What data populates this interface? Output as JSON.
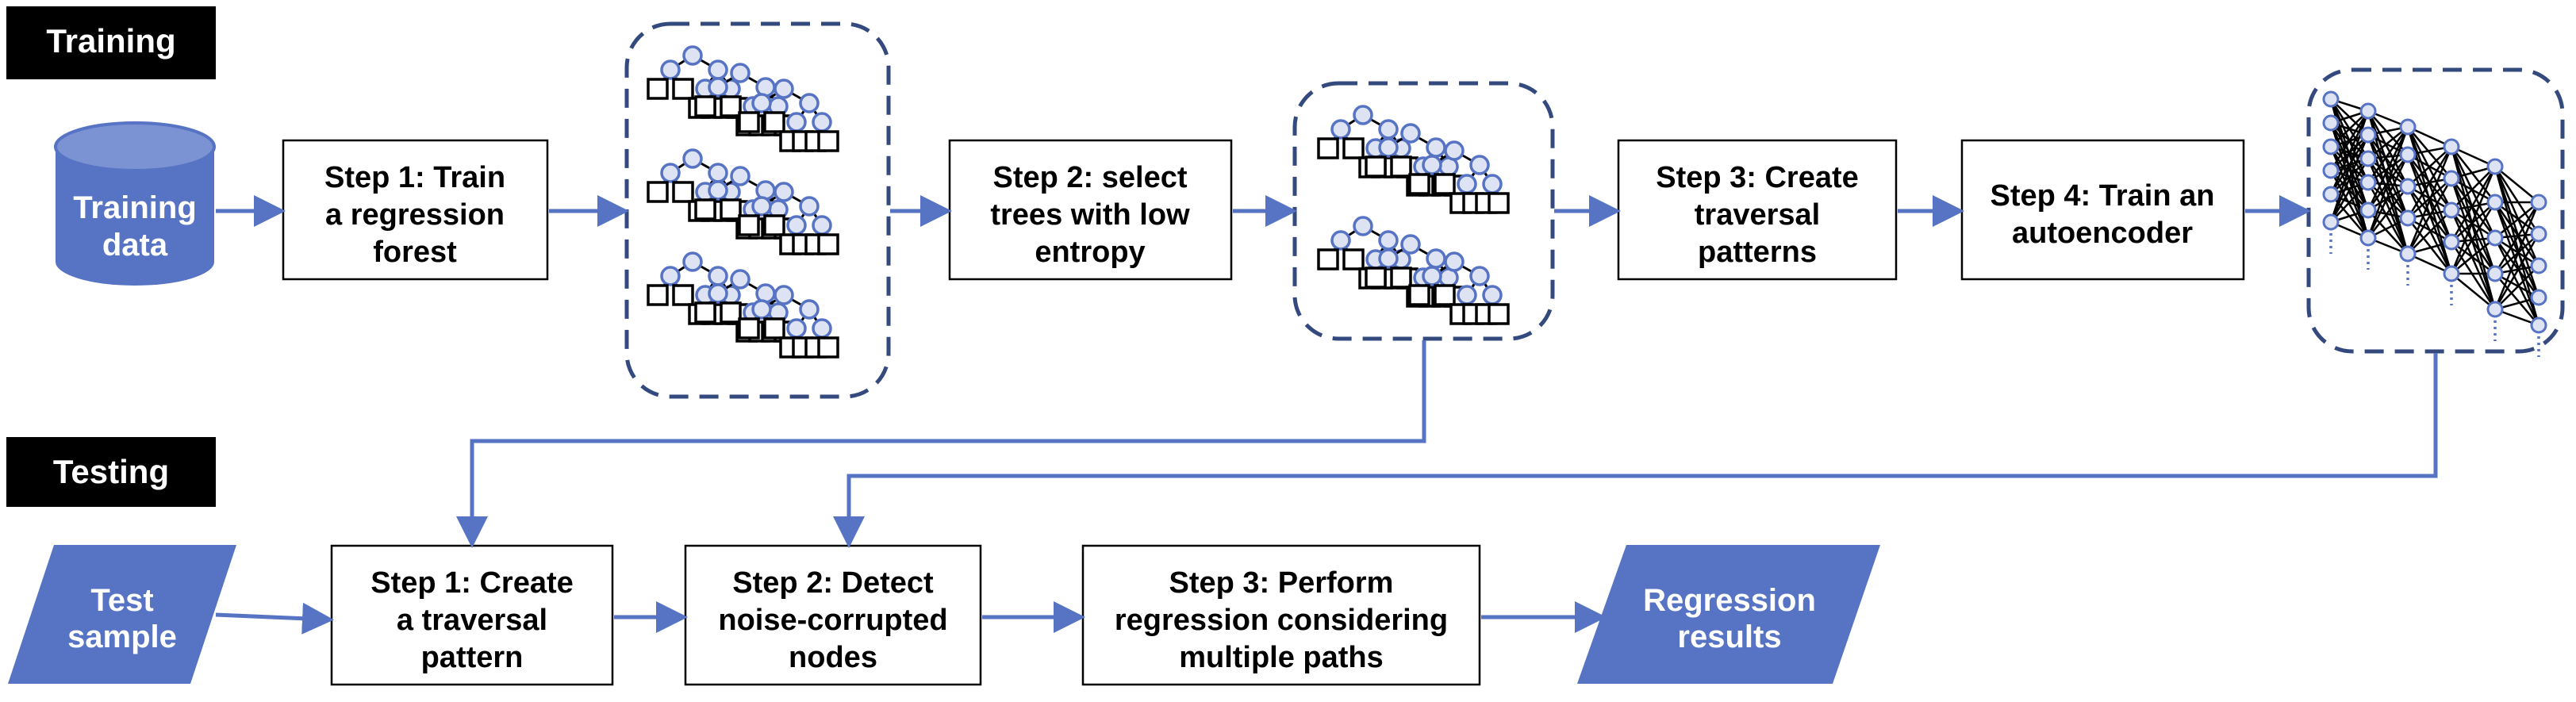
{
  "colors": {
    "accent": "#5673c4",
    "dashed": "#34497e",
    "node_fill": "#dde3f2"
  },
  "sections": {
    "training": "Training",
    "testing": "Testing"
  },
  "training": {
    "data": {
      "line1": "Training",
      "line2": "data"
    },
    "step1": {
      "line1": "Step 1: Train",
      "line2": "a regression",
      "line3": "forest"
    },
    "step2": {
      "line1": "Step 2: select",
      "line2": "trees with low",
      "line3": "entropy"
    },
    "step3": {
      "line1": "Step 3: Create",
      "line2": "traversal",
      "line3": "patterns"
    },
    "step4": {
      "line1": "Step 4: Train an",
      "line2": "autoencoder"
    }
  },
  "testing": {
    "sample": {
      "line1": "Test",
      "line2": "sample"
    },
    "step1": {
      "line1": "Step 1: Create",
      "line2": "a traversal",
      "line3": "pattern"
    },
    "step2": {
      "line1": "Step 2: Detect",
      "line2": "noise-corrupted",
      "line3": "nodes"
    },
    "step3": {
      "line1": "Step 3: Perform",
      "line2": "regression considering",
      "line3": "multiple paths"
    },
    "results": {
      "line1": "Regression",
      "line2": "results"
    }
  },
  "icons": [
    "forest-icon",
    "selected-trees-icon",
    "autoencoder-network-icon",
    "arrow-icon"
  ]
}
